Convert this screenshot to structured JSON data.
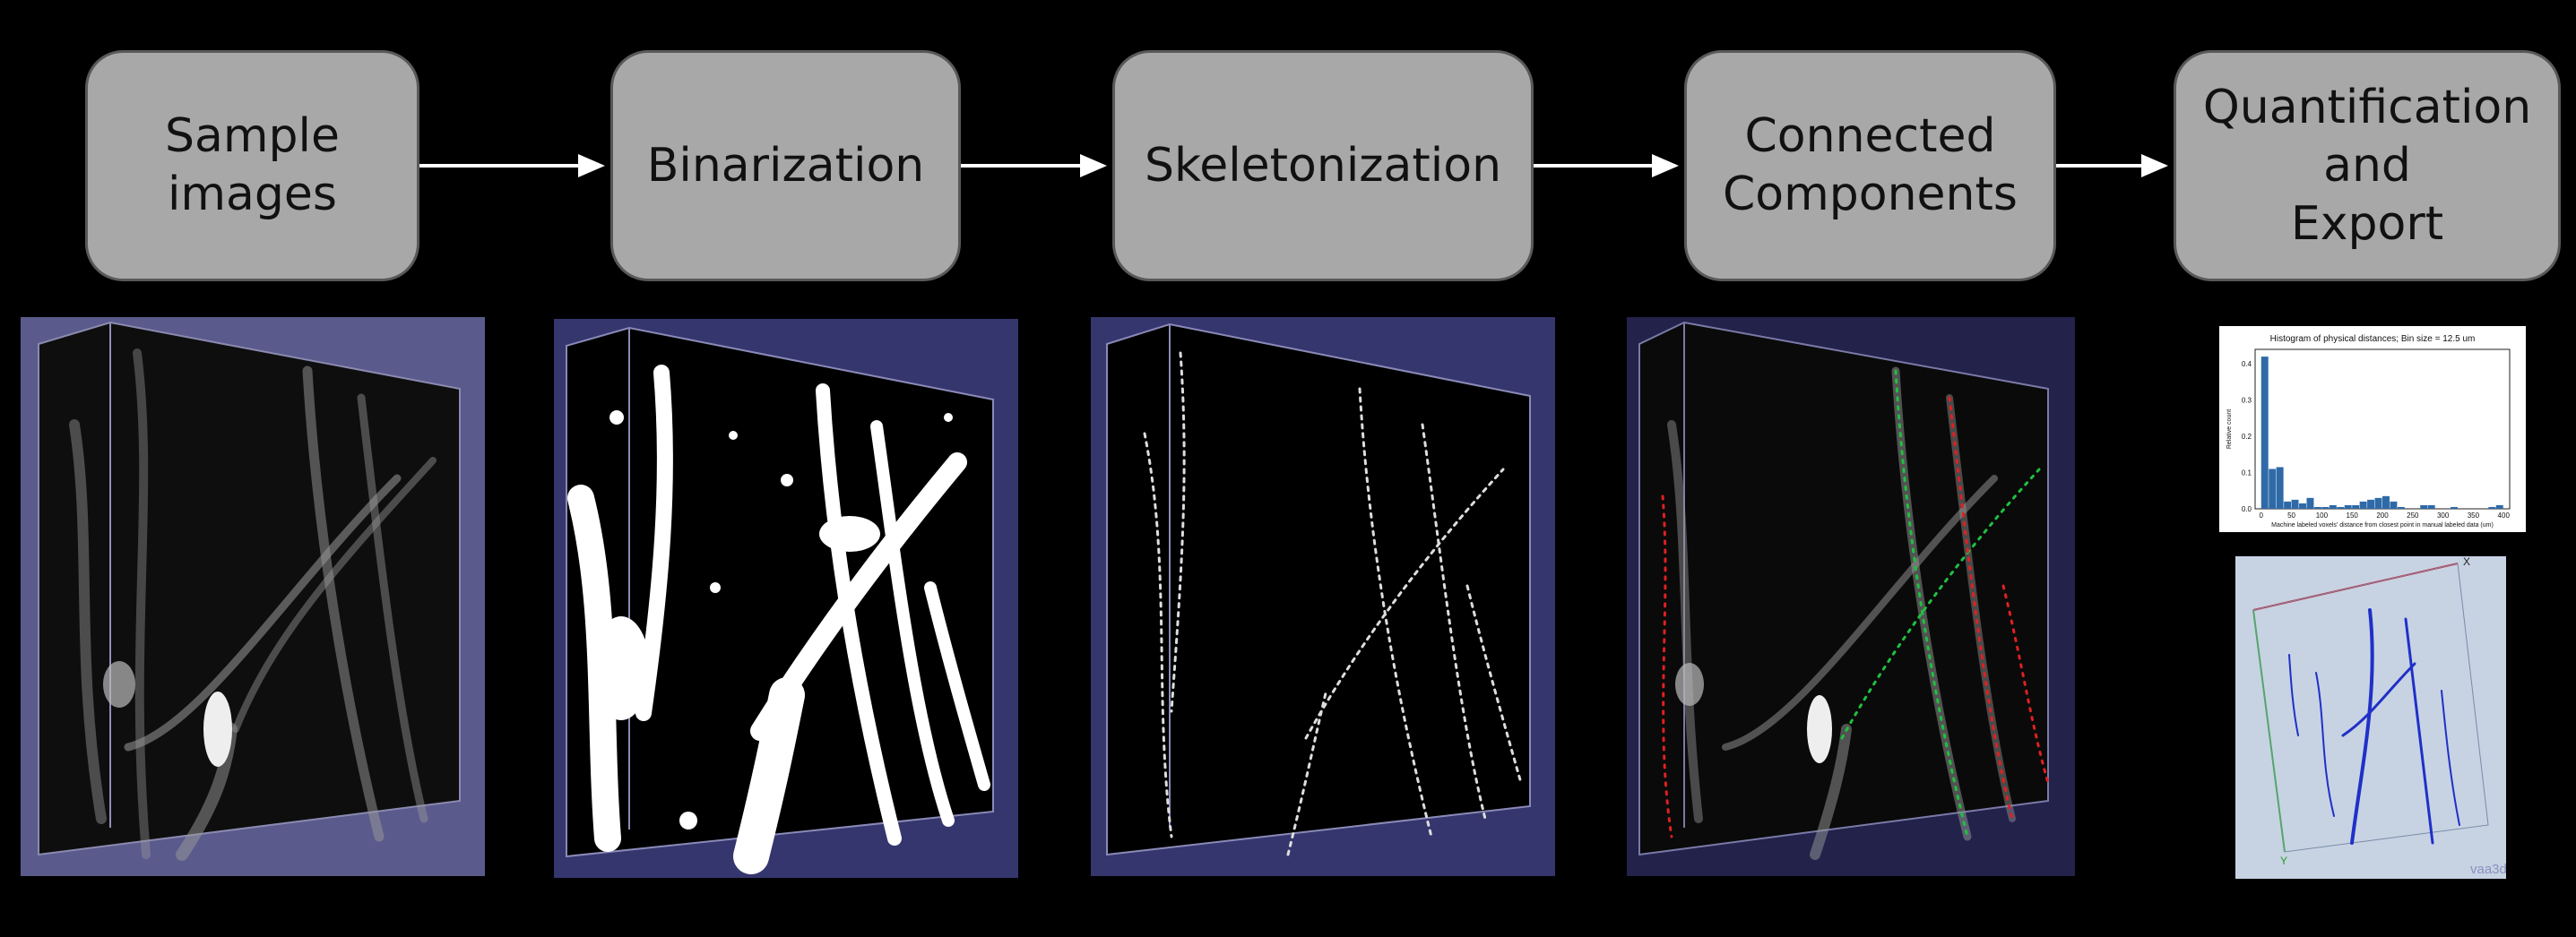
{
  "stages": [
    {
      "label": "Sample\nimages"
    },
    {
      "label": "Binarization"
    },
    {
      "label": "Skeletonization"
    },
    {
      "label": "Connected\nComponents"
    },
    {
      "label": "Quantification\nand\nExport"
    }
  ],
  "panels": [
    {
      "name": "sample-image-panel",
      "background": "#5a5a8c"
    },
    {
      "name": "binarization-panel",
      "background": "#36366e"
    },
    {
      "name": "skeletonization-panel",
      "background": "#36366e"
    },
    {
      "name": "connected-components-panel",
      "background": "#22224a"
    }
  ],
  "histogram": {
    "title": "Histogram of physical distances; Bin size = 12.5 um",
    "xlabel": "Machine labeled voxels' distance from closest point in manual labeled data (um)",
    "ylabel": "Relative count",
    "yticks": [
      "0.4",
      "0.3",
      "0.2",
      "0.1",
      "0.0"
    ],
    "xticks": [
      "0",
      "50",
      "100",
      "150",
      "200",
      "250",
      "300",
      "350",
      "400"
    ]
  },
  "chart_data": {
    "type": "bar",
    "title": "Histogram of physical distances; Bin size = 12.5 um",
    "xlabel": "Machine labeled voxels' distance from closest point in manual labeled data (um)",
    "ylabel": "Relative count",
    "bin_size": 12.5,
    "x": [
      6.25,
      18.75,
      31.25,
      43.75,
      56.25,
      68.75,
      81.25,
      93.75,
      106.25,
      118.75,
      131.25,
      143.75,
      156.25,
      168.75,
      181.25,
      193.75,
      206.25,
      218.75,
      231.25,
      243.75,
      256.25,
      268.75,
      281.25,
      293.75,
      306.25,
      318.75,
      331.25,
      343.75,
      356.25,
      368.75,
      381.25,
      393.75
    ],
    "values": [
      0.42,
      0.11,
      0.115,
      0.02,
      0.025,
      0.015,
      0.03,
      0.005,
      0.005,
      0.01,
      0.005,
      0.01,
      0.01,
      0.02,
      0.025,
      0.03,
      0.035,
      0.02,
      0.005,
      0.0,
      0.0,
      0.01,
      0.01,
      0.0,
      0.0,
      0.005,
      0.0,
      0.0,
      0.0,
      0.0,
      0.005,
      0.01
    ],
    "xlim": [
      -10,
      410
    ],
    "ylim": [
      0,
      0.44
    ]
  },
  "render3d": {
    "watermark": "vaa3d",
    "axis_x": "X",
    "axis_y": "Y"
  }
}
